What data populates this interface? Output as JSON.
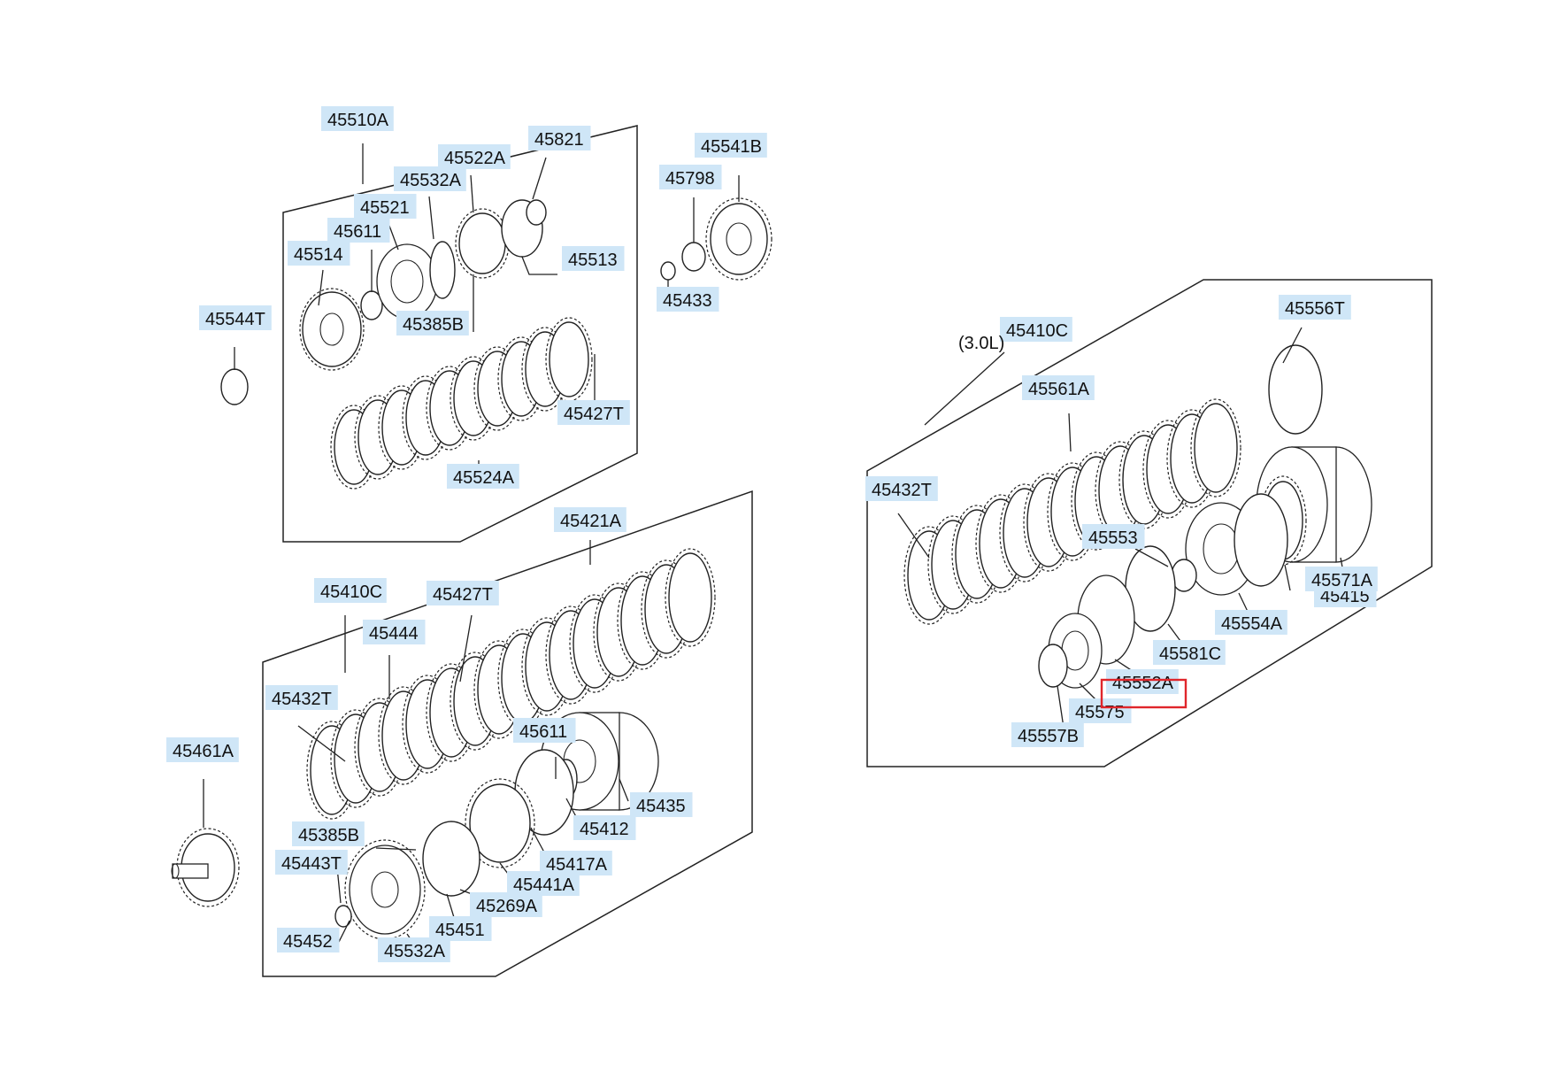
{
  "labels": [
    {
      "id": "45510A",
      "text": "45510A"
    },
    {
      "id": "45821",
      "text": "45821"
    },
    {
      "id": "45522A",
      "text": "45522A"
    },
    {
      "id": "45532A-top",
      "text": "45532A"
    },
    {
      "id": "45521",
      "text": "45521"
    },
    {
      "id": "45611-top",
      "text": "45611"
    },
    {
      "id": "45514",
      "text": "45514"
    },
    {
      "id": "45513",
      "text": "45513"
    },
    {
      "id": "45385B-top",
      "text": "45385B"
    },
    {
      "id": "45544T",
      "text": "45544T"
    },
    {
      "id": "45427T-top",
      "text": "45427T"
    },
    {
      "id": "45524A",
      "text": "45524A"
    },
    {
      "id": "45541B",
      "text": "45541B"
    },
    {
      "id": "45798",
      "text": "45798"
    },
    {
      "id": "45433",
      "text": "45433"
    },
    {
      "id": "45421A",
      "text": "45421A"
    },
    {
      "id": "45410C-left",
      "text": "45410C"
    },
    {
      "id": "45427T-bottom",
      "text": "45427T"
    },
    {
      "id": "45444",
      "text": "45444"
    },
    {
      "id": "45432T-left",
      "text": "45432T"
    },
    {
      "id": "45461A",
      "text": "45461A"
    },
    {
      "id": "45611-bottom",
      "text": "45611"
    },
    {
      "id": "45435",
      "text": "45435"
    },
    {
      "id": "45412",
      "text": "45412"
    },
    {
      "id": "45385B-bottom",
      "text": "45385B"
    },
    {
      "id": "45417A",
      "text": "45417A"
    },
    {
      "id": "45443T",
      "text": "45443T"
    },
    {
      "id": "45441A",
      "text": "45441A"
    },
    {
      "id": "45269A",
      "text": "45269A"
    },
    {
      "id": "45451",
      "text": "45451"
    },
    {
      "id": "45452",
      "text": "45452"
    },
    {
      "id": "45532A-bottom",
      "text": "45532A"
    },
    {
      "id": "45410C-right",
      "text": "45410C"
    },
    {
      "id": "45556T",
      "text": "45556T"
    },
    {
      "id": "45561A",
      "text": "45561A"
    },
    {
      "id": "45432T-right",
      "text": "45432T"
    },
    {
      "id": "45553",
      "text": "45553"
    },
    {
      "id": "45415",
      "text": "45415"
    },
    {
      "id": "45571A",
      "text": "45571A"
    },
    {
      "id": "45554A",
      "text": "45554A"
    },
    {
      "id": "45581C",
      "text": "45581C"
    },
    {
      "id": "45552A",
      "text": "45552A",
      "highlighted": true
    },
    {
      "id": "45575",
      "text": "45575"
    },
    {
      "id": "45557B",
      "text": "45557B"
    }
  ],
  "variant_note": "(3.0L)",
  "colors": {
    "label_background": "#cfe6f7",
    "highlight": "#e0262b",
    "line": "#222222"
  }
}
